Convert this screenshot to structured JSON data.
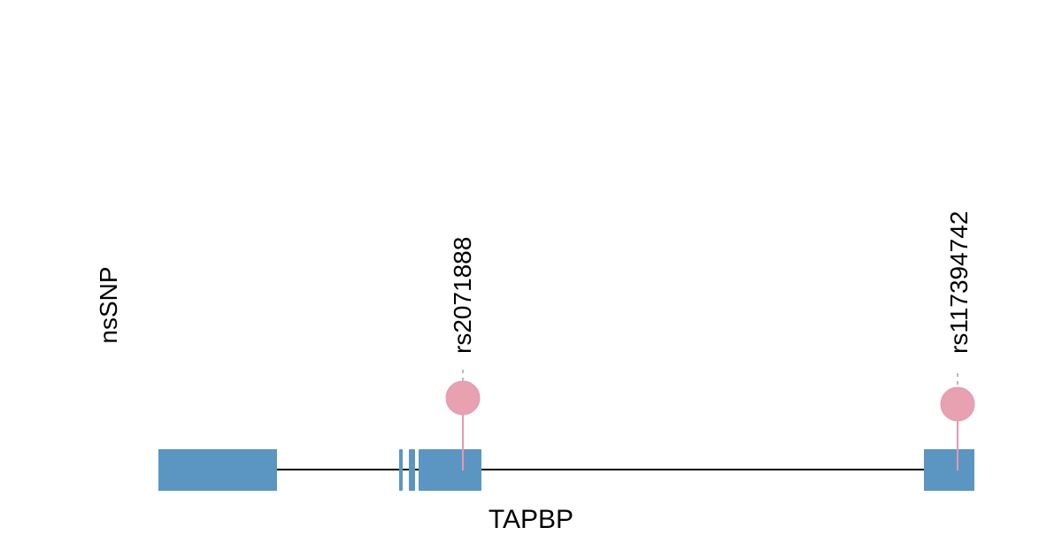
{
  "chart_data": {
    "type": "lollipop",
    "track_label": "nsSNP",
    "gene_label": "TAPBP",
    "snps": [
      {
        "id": "rs2071888"
      },
      {
        "id": "rs117394742"
      }
    ],
    "colors": {
      "exon": "#5b96c2",
      "snp": "#e8a1b1",
      "snp_stem": "#e897ae",
      "intron": "#000000"
    }
  }
}
